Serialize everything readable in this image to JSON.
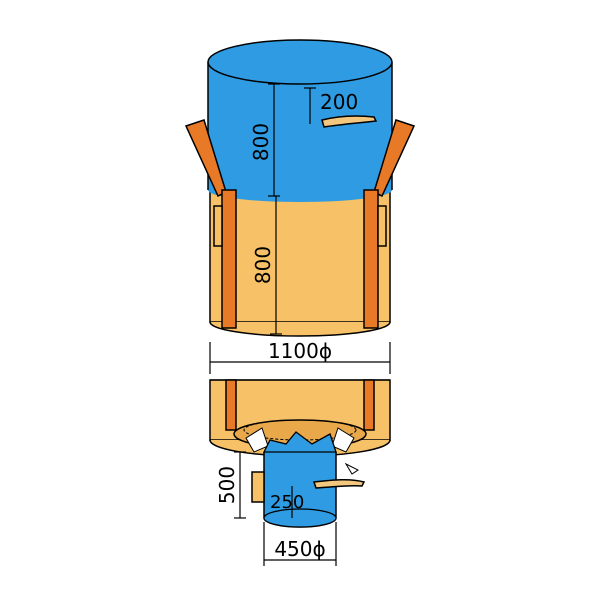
{
  "colors": {
    "body": "#F6C167",
    "body_dark": "#E9A94B",
    "cover": "#2E9BE2",
    "strap": "#E87A27",
    "tie": "#F4C77E",
    "outline": "#000000"
  },
  "dimensions": {
    "top_spout_height": "800",
    "top_tie_position": "200",
    "body_height": "800",
    "body_diameter": "1100ϕ",
    "bottom_spout_height": "500",
    "bottom_tie_position": "250",
    "bottom_spout_diameter": "450ϕ"
  }
}
